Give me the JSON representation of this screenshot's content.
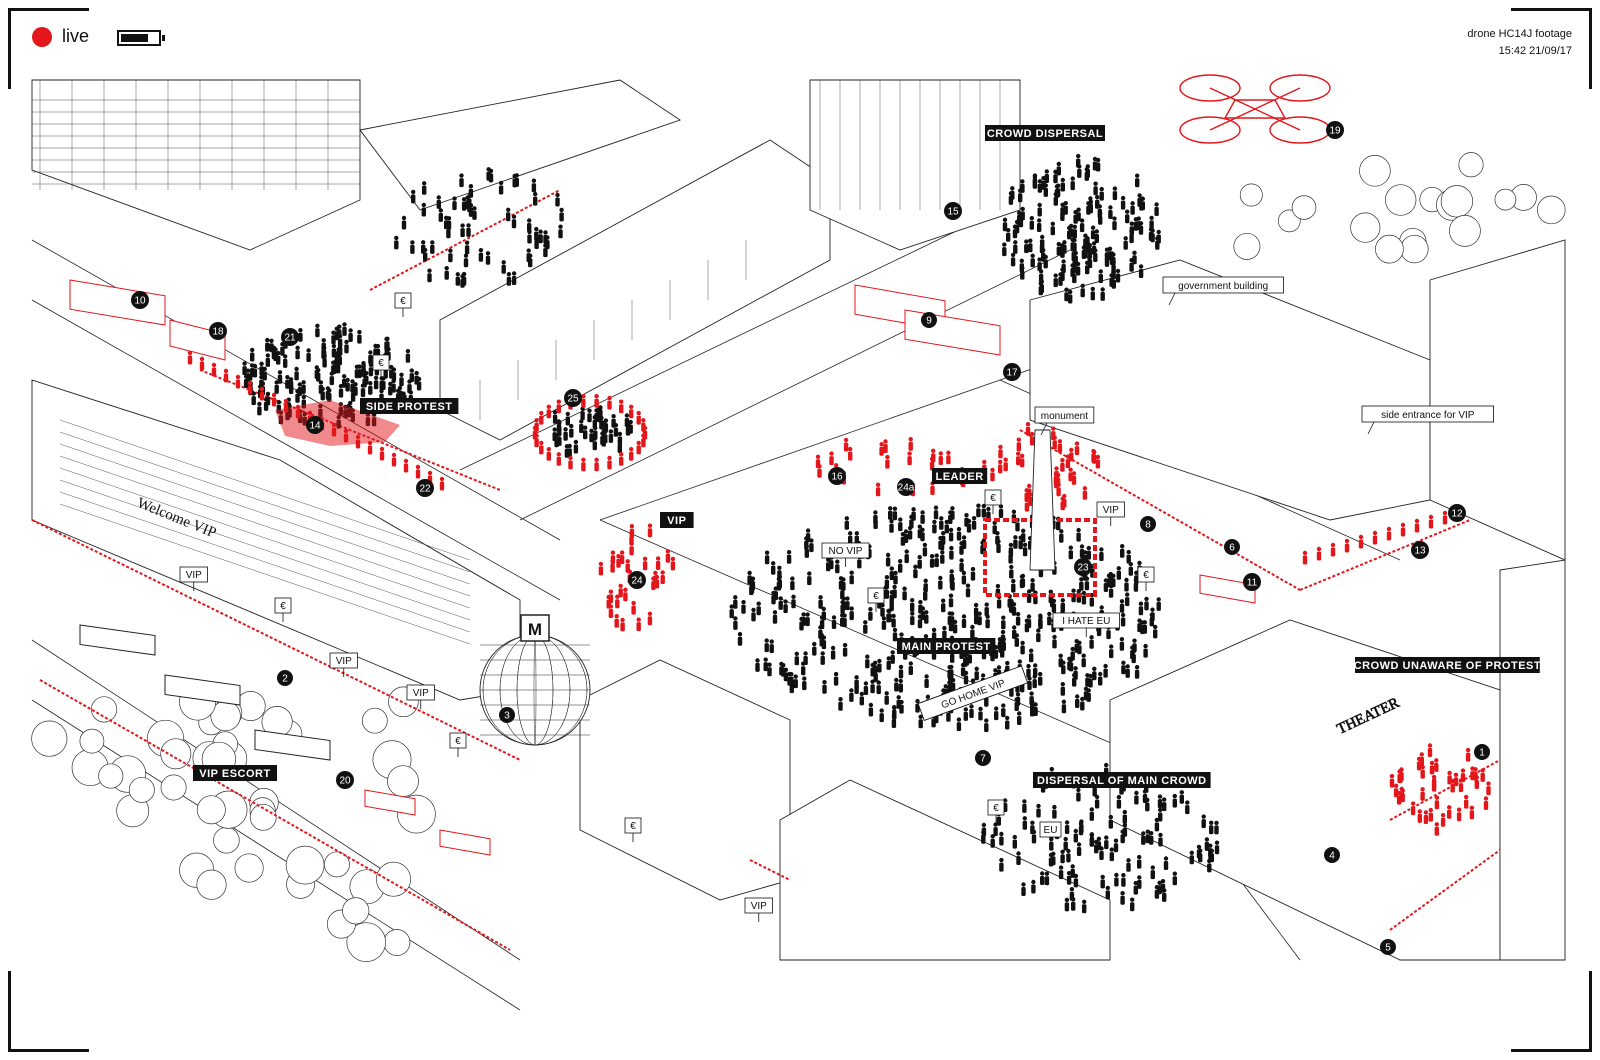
{
  "hud": {
    "status": "live",
    "battery_level": 0.75,
    "source": "drone HC14J footage",
    "timestamp": "15:42 21/09/17",
    "accent_color": "#e3161b"
  },
  "dark_labels": [
    "CROWD DISPERSAL",
    "SIDE PROTEST",
    "LEADER",
    "VIP",
    "MAIN PROTEST",
    "CROWD UNAWARE OF PROTEST",
    "DISPERSAL OF MAIN CROWD",
    "VIP ESCORT"
  ],
  "callouts": [
    "government building",
    "monument",
    "side entrance for VIP"
  ],
  "signs": [
    "NO VIP",
    "I HATE EU",
    "VIP",
    "EU",
    "€"
  ],
  "banners": [
    "GO HOME VIP"
  ],
  "building_text": [
    "Welcome VIP",
    "THEATER",
    "M"
  ],
  "markers": [
    "1",
    "2",
    "3",
    "4",
    "5",
    "6",
    "7",
    "8",
    "9",
    "10",
    "11",
    "12",
    "13",
    "14",
    "15",
    "16",
    "17",
    "18",
    "19",
    "20",
    "21",
    "22",
    "23",
    "24",
    "24a",
    "25"
  ]
}
